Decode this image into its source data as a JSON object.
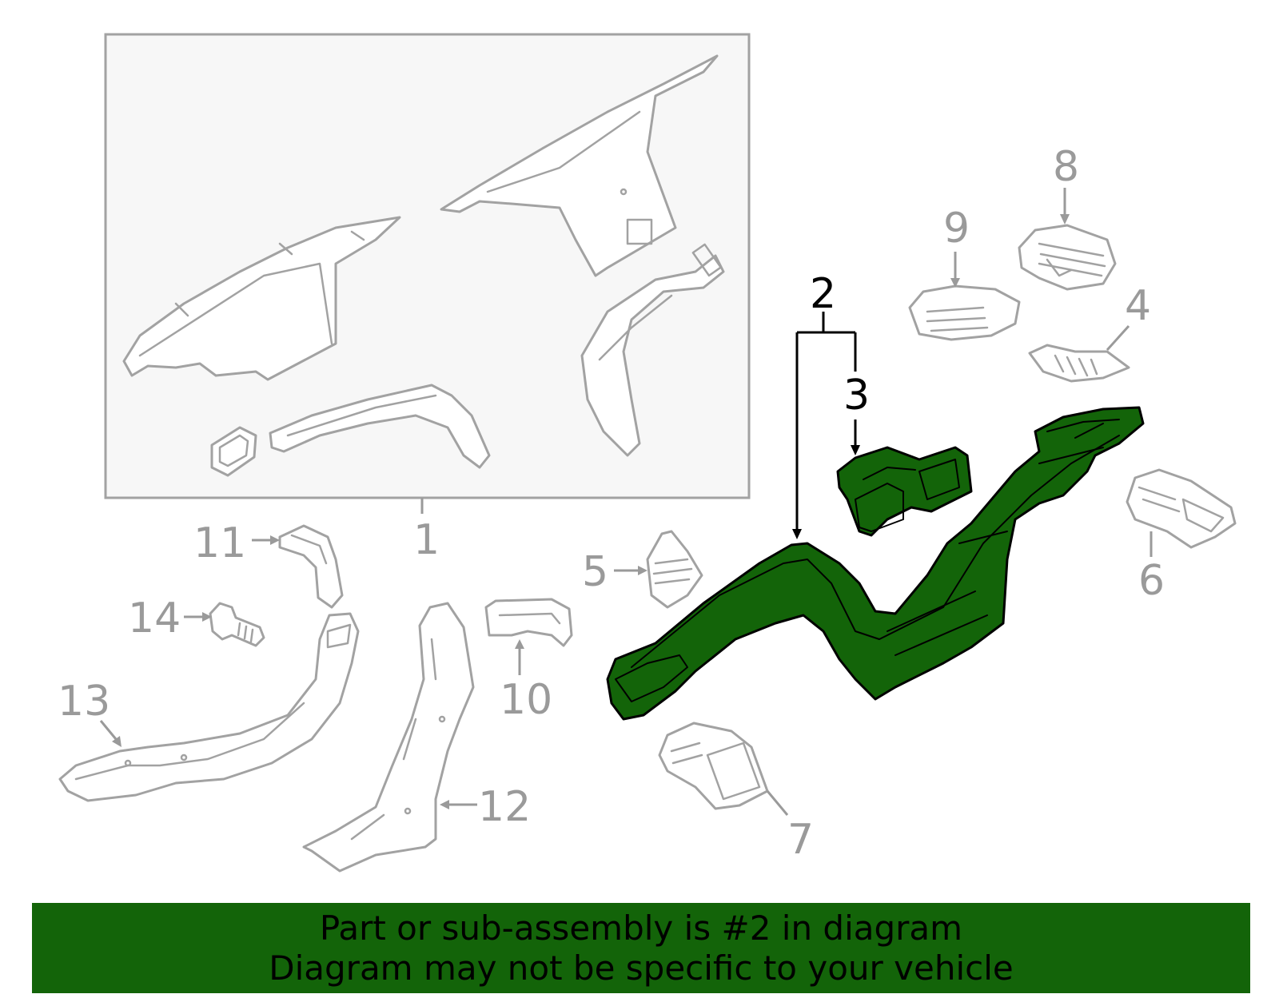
{
  "diagram": {
    "callouts": {
      "c1": "1",
      "c2": "2",
      "c3": "3",
      "c4": "4",
      "c5": "5",
      "c6": "6",
      "c7": "7",
      "c8": "8",
      "c9": "9",
      "c10": "10",
      "c11": "11",
      "c12": "12",
      "c13": "13",
      "c14": "14"
    },
    "highlighted_part": "2",
    "colors": {
      "highlight": "#136409",
      "line_gray": "#a2a2a2",
      "inset_bg": "#f7f7f7"
    }
  },
  "banner": {
    "line1": "Part or sub-assembly is #2 in diagram",
    "line2": "Diagram may not be specific to your vehicle"
  }
}
